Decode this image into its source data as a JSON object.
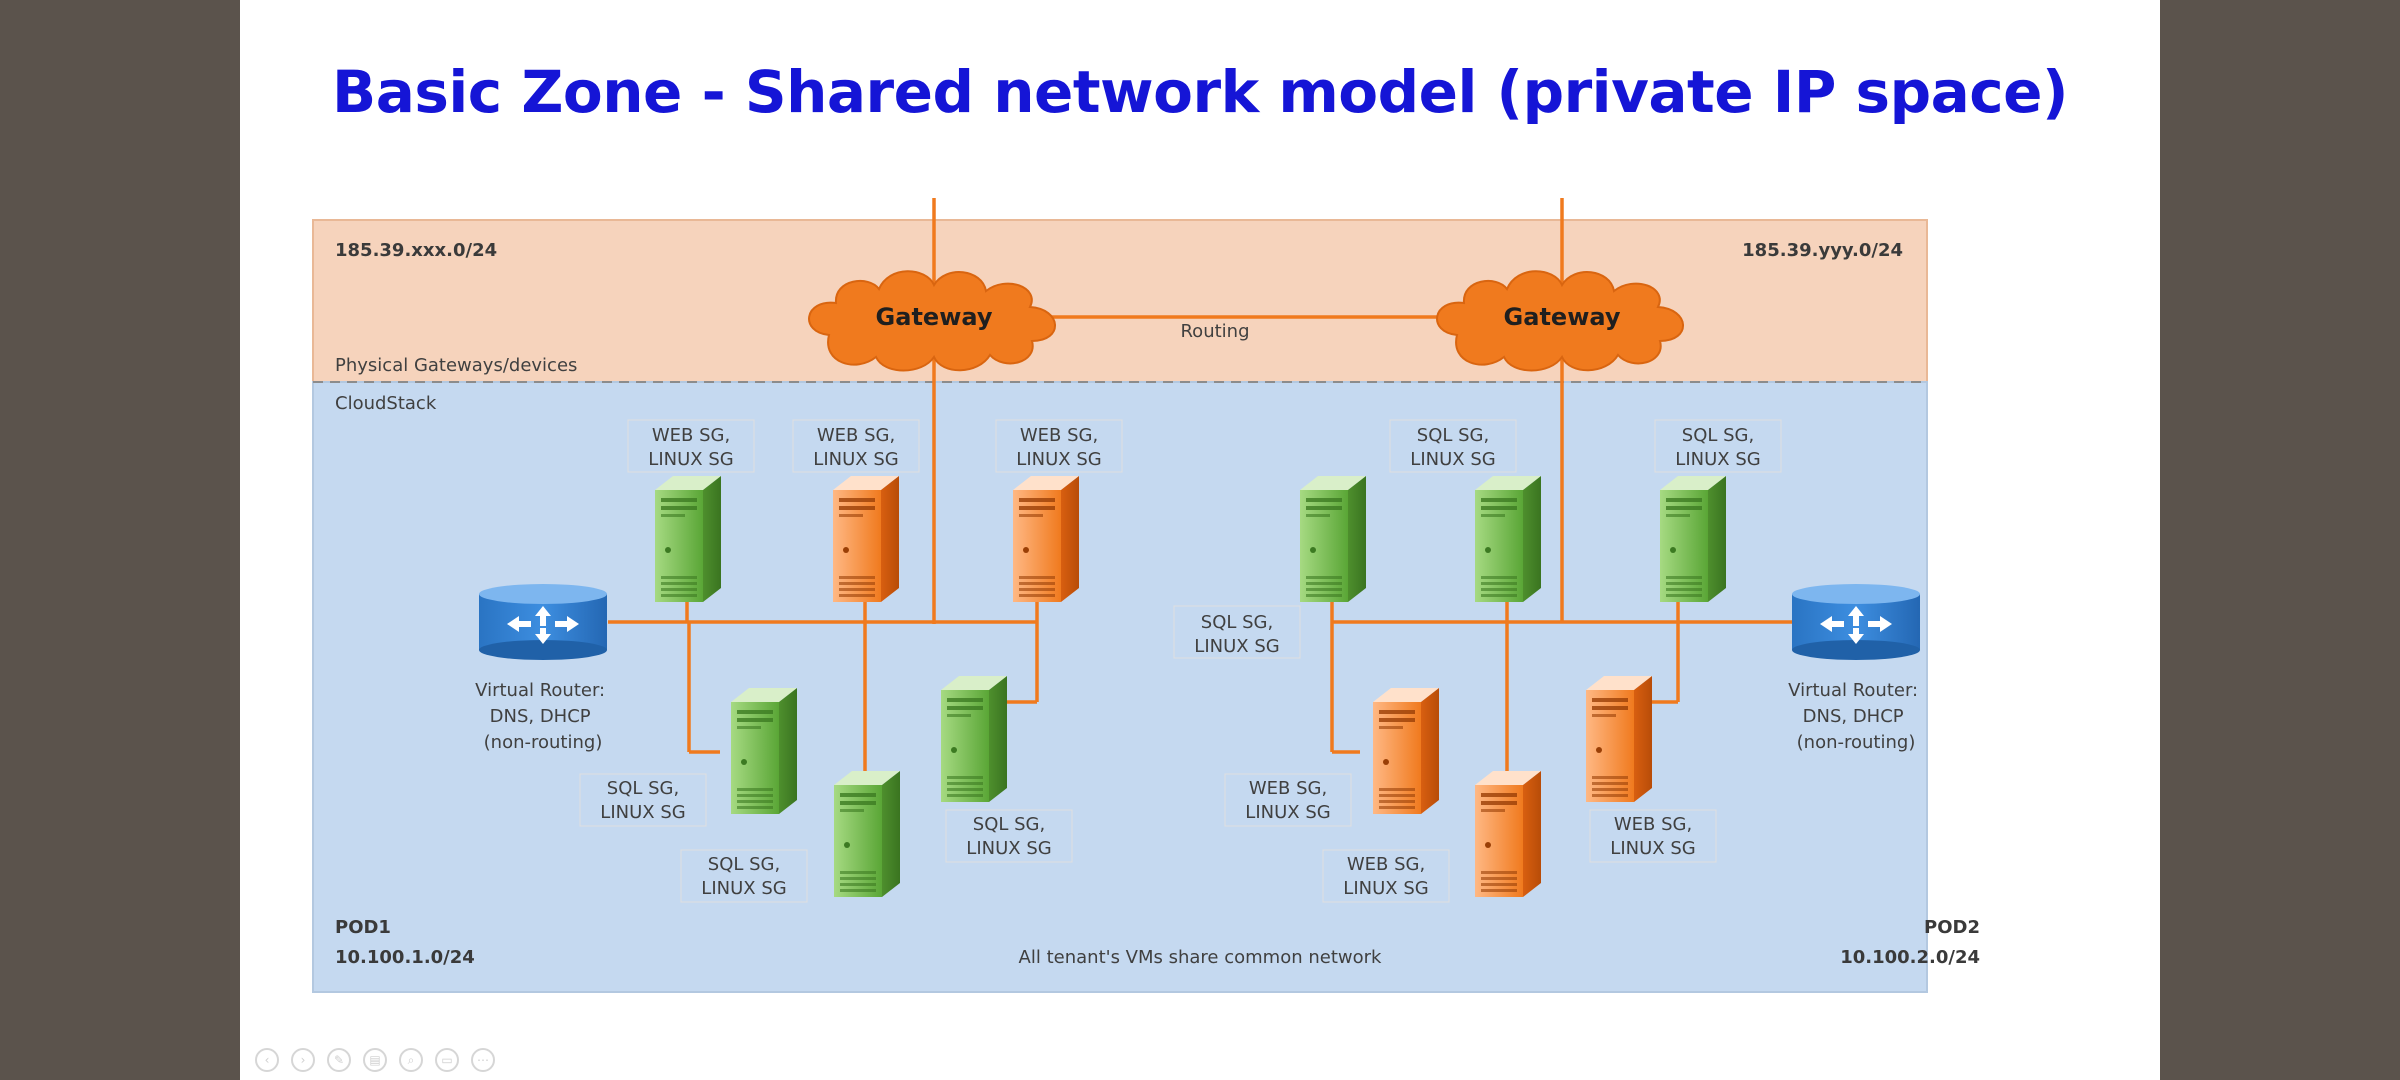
{
  "slide": {
    "title": "Basic Zone - Shared network model (private IP space)"
  },
  "zone": {
    "public_left": "185.39.xxx.0/24",
    "public_right": "185.39.yyy.0/24",
    "physical_label": "Physical Gateways/devices",
    "cloudstack_label": "CloudStack",
    "routing_label": "Routing",
    "gateway_left": "Gateway",
    "gateway_right": "Gateway",
    "footer_note": "All tenant's VMs share common network"
  },
  "pod1": {
    "name": "POD1",
    "subnet": "10.100.1.0/24",
    "router_lines": [
      "Virtual Router:",
      "DNS, DHCP",
      "(non-routing)"
    ],
    "vm_labels": [
      [
        "WEB SG,",
        "LINUX SG"
      ],
      [
        "WEB SG,",
        "LINUX SG"
      ],
      [
        "WEB SG,",
        "LINUX SG"
      ],
      [
        "SQL SG,",
        "LINUX SG"
      ],
      [
        "SQL SG,",
        "LINUX SG"
      ],
      [
        "SQL SG,",
        "LINUX SG"
      ]
    ]
  },
  "pod2": {
    "name": "POD2",
    "subnet": "10.100.2.0/24",
    "router_lines": [
      "Virtual Router:",
      "DNS, DHCP",
      "(non-routing)"
    ],
    "vm_labels": [
      [
        "SQL SG,",
        "LINUX SG"
      ],
      [
        "SQL SG,",
        "LINUX SG"
      ],
      [
        "SQL SG,",
        "LINUX SG"
      ],
      [
        "WEB SG,",
        "LINUX SG"
      ],
      [
        "WEB SG,",
        "LINUX SG"
      ],
      [
        "WEB SG,",
        "LINUX SG"
      ]
    ]
  },
  "colors": {
    "title": "#1515d6",
    "orange": "#f07a1e",
    "green_server": "#7cc04f",
    "cloud_area": "#c5d9f0",
    "physical_area": "#f6d3bc",
    "router": "#2f7fd0"
  },
  "player_controls": [
    "previous-icon",
    "next-icon",
    "pen-icon",
    "slides-icon",
    "zoom-icon",
    "subtitle-icon",
    "more-icon"
  ]
}
